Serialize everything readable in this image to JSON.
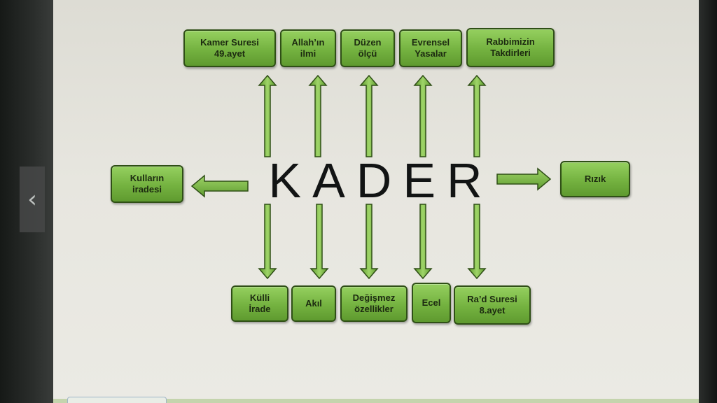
{
  "central": {
    "text": "KADER"
  },
  "top_nodes": [
    {
      "label": "Kamer Suresi\n49.ayet"
    },
    {
      "label": "Allah’ın\nilmi"
    },
    {
      "label": "Düzen\nölçü"
    },
    {
      "label": "Evrensel\nYasalar"
    },
    {
      "label": "Rabbimizin\nTakdirleri"
    }
  ],
  "left_node": {
    "label": "Kulların\niradesi"
  },
  "right_node": {
    "label": "Rızık"
  },
  "bottom_nodes": [
    {
      "label": "Külli\nİrade"
    },
    {
      "label": "Akıl"
    },
    {
      "label": "Değişmez\nözellikler"
    },
    {
      "label": "Ecel"
    },
    {
      "label": "Ra’d Suresi\n8.ayet"
    }
  ],
  "colors": {
    "node_fill": "#74b240",
    "node_border": "#2f4f16",
    "arrow_fill": "#7fbf45",
    "background": "#e7e6df"
  },
  "icons": {
    "nav_prev": "chevron-left-icon"
  }
}
